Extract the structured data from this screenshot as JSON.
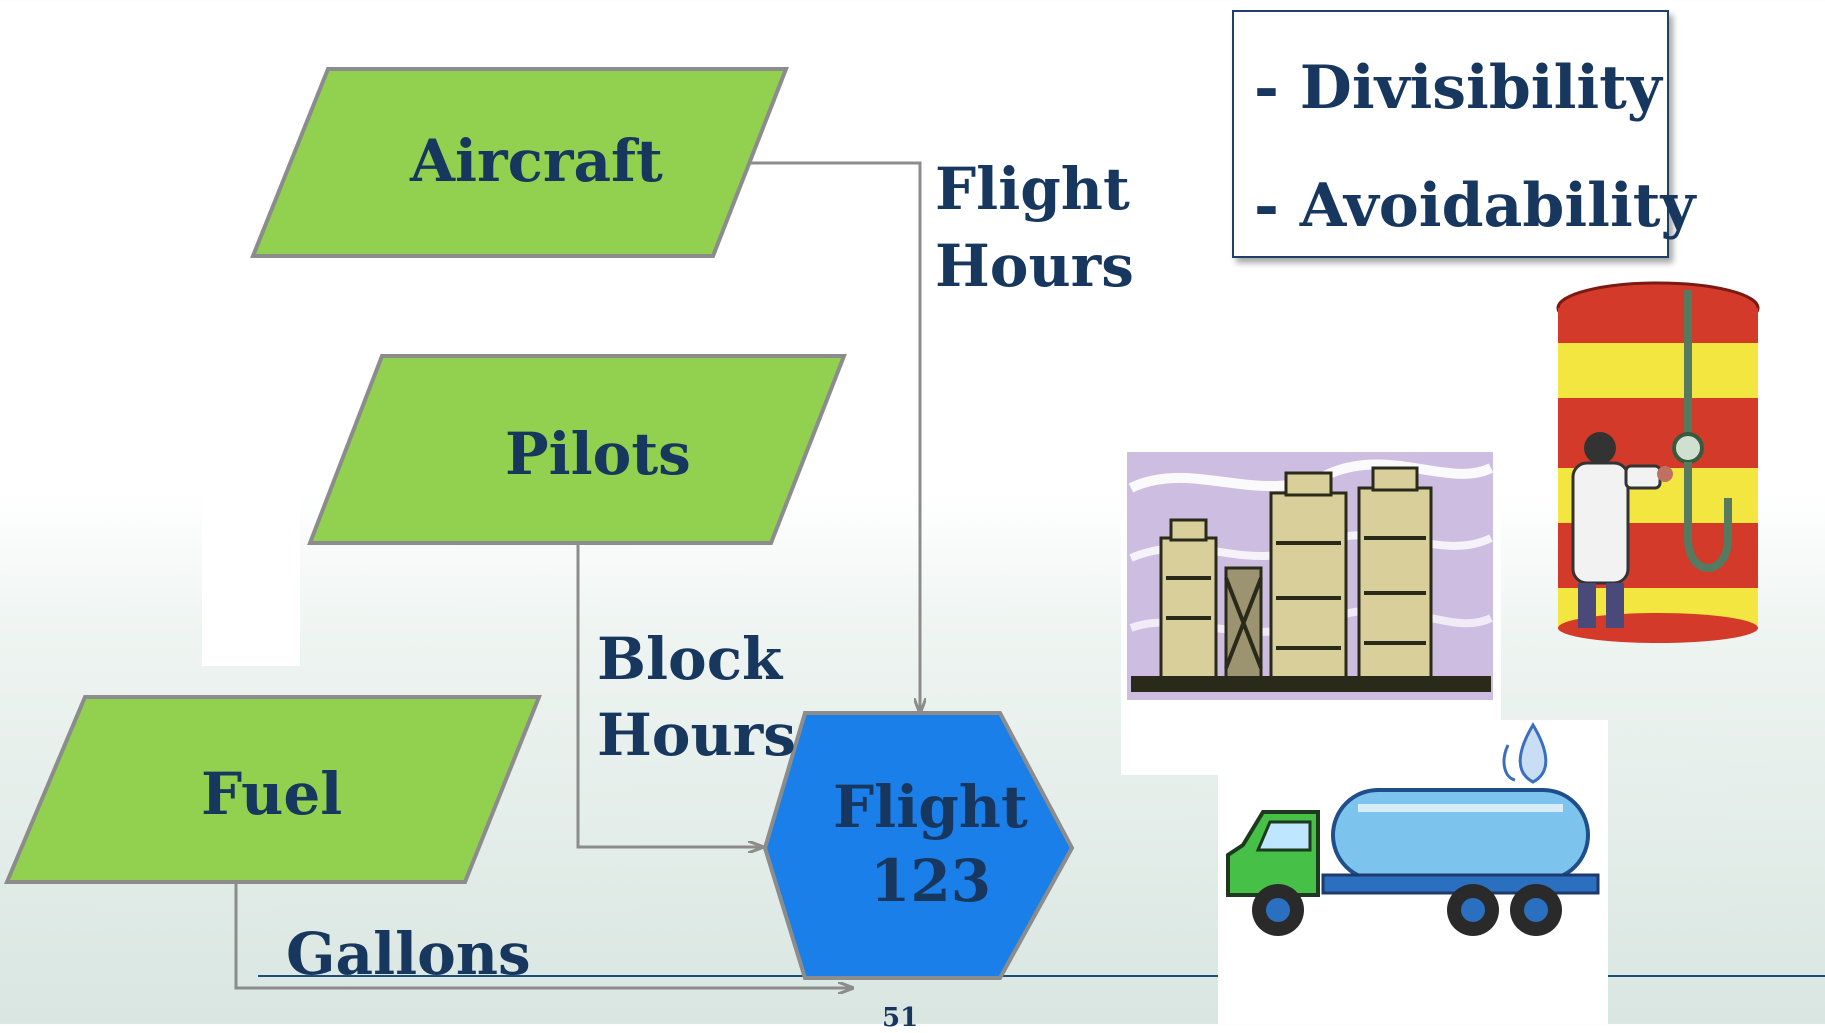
{
  "diagram": {
    "inputs": [
      {
        "key": "aircraft",
        "label": "Aircraft"
      },
      {
        "key": "pilots",
        "label": "Pilots"
      },
      {
        "key": "fuel",
        "label": "Fuel"
      }
    ],
    "target": {
      "line1": "Flight",
      "line2": "123"
    },
    "edges": {
      "flight_hours": {
        "line1": "Flight",
        "line2": "Hours"
      },
      "block_hours": {
        "line1": "Block",
        "line2": "Hours"
      },
      "gallons": "Gallons"
    }
  },
  "criteria": [
    "- Divisibility",
    "- Avoidability"
  ],
  "page_number": "51",
  "icons": [
    "refinery-icon",
    "fuel-tank-technician-icon",
    "fuel-truck-icon"
  ],
  "colors": {
    "input_fill": "#92d050",
    "input_stroke": "#8c8c8c",
    "target_fill": "#1a7fe8",
    "text": "#17375e",
    "connector": "#8c8c8c",
    "footer_line": "#1f4e79"
  }
}
